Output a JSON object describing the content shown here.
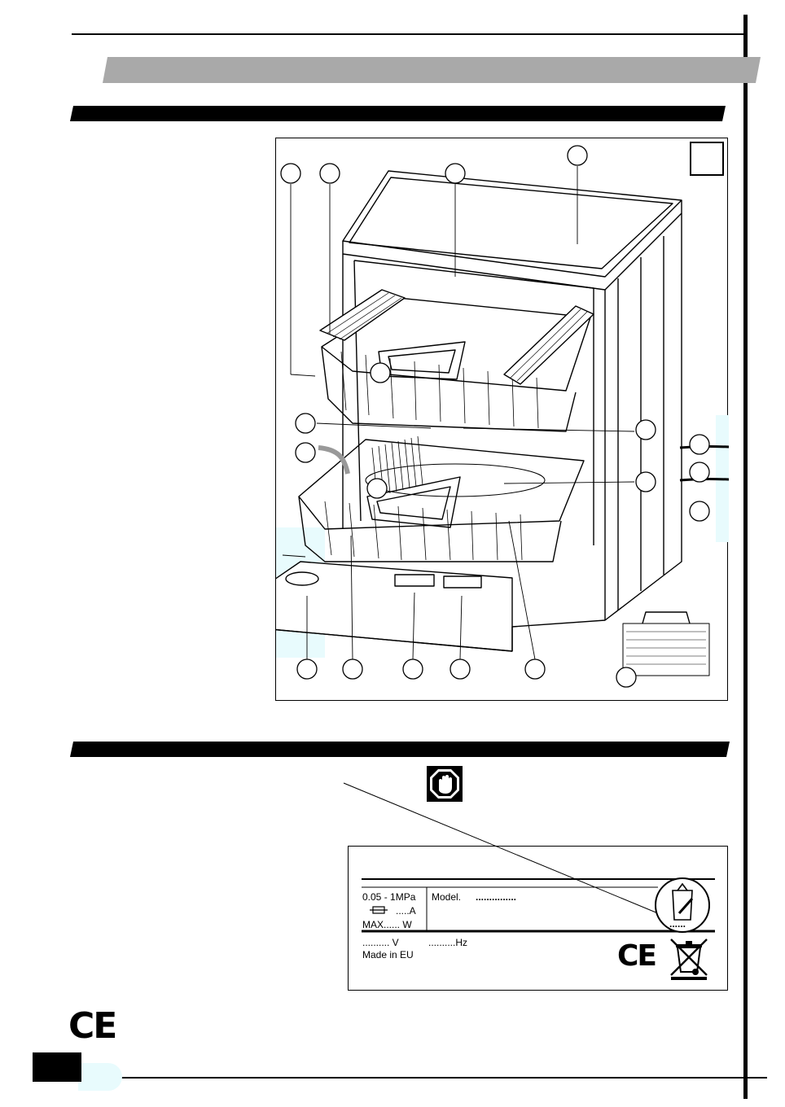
{
  "figure": {
    "letter": "",
    "callouts_top": [
      "",
      "",
      "",
      ""
    ],
    "callouts_left": [
      "",
      "",
      ""
    ],
    "callouts_right": [
      "",
      ""
    ],
    "callouts_side": [
      "",
      "",
      ""
    ],
    "callouts_bottom": [
      "",
      "",
      "",
      "",
      "",
      ""
    ]
  },
  "rating_plate": {
    "pressure": "0.05 - 1MPa",
    "fuse_amps": ".....A",
    "max_watts": "MAX...... W",
    "model_label": "Model.",
    "model_value": "...............",
    "volts": ".......... V",
    "hz": "..........Hz",
    "origin": "Made in EU",
    "ce": "CE",
    "symbol_dots": "......"
  },
  "footer": {
    "ce": "CE"
  },
  "colors": {
    "grey_bar": "#a9a9a9",
    "accent_cyan": "#e8fbfd",
    "black": "#000000"
  },
  "icons": [
    "stop-hand-icon",
    "wheelie-bin-crossed-icon",
    "product-symbol-icon",
    "ce-mark-icon"
  ]
}
